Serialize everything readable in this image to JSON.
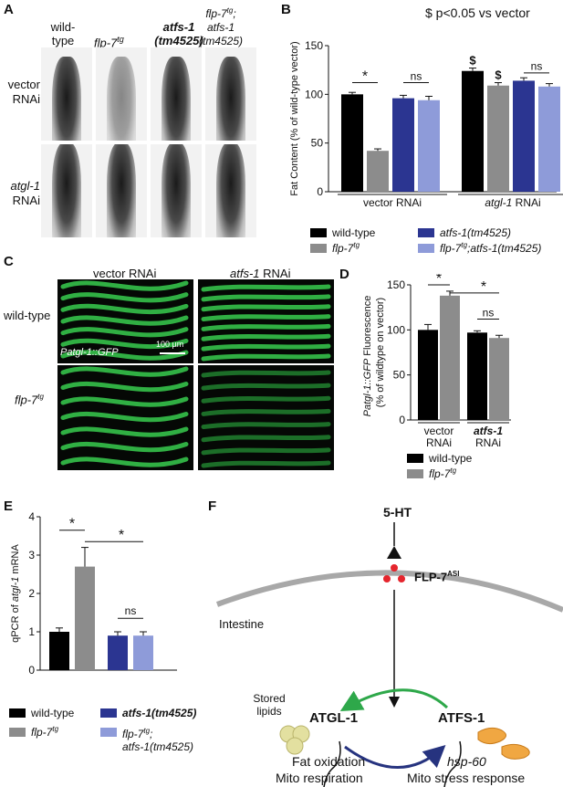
{
  "panels": {
    "A": "A",
    "B": "B",
    "C": "C",
    "D": "D",
    "E": "E",
    "F": "F"
  },
  "colors": {
    "wild_type": "#000000",
    "flp7tg": "#8c8c8c",
    "atfs1": "#2b3591",
    "double": "#8e9bd9",
    "gfp": "#35c24a",
    "arrow_green": "#2ea84a",
    "arrow_blue": "#26337f",
    "membrane": "#a8a8a8",
    "dots_red": "#e5252d",
    "lipid": "#e3e0a0",
    "mito": "#f0a742"
  },
  "panelA": {
    "col_headers": [
      "wild-type",
      "flp-7tg",
      "atfs-1 (tm4525)",
      "flp-7tg; atfs-1 (tm4525)"
    ],
    "row_labels": [
      "vector RNAi",
      "atgl-1 RNAi"
    ]
  },
  "panelB": {
    "note": "$ p<0.05 vs vector",
    "ylabel": "Fat Content (% of wild-type vector)",
    "group_labels": [
      "vector RNAi",
      "atgl-1 RNAi"
    ],
    "legend": [
      "wild-type",
      "flp-7tg",
      "atfs-1(tm4525)",
      "flp-7tg;atfs-1(tm4525)"
    ],
    "sig_labels": [
      "*",
      "ns",
      "$",
      "$",
      "ns"
    ]
  },
  "panelC": {
    "col_headers": [
      "vector RNAi",
      "atfs-1 RNAi"
    ],
    "row_labels": [
      "wild-type",
      "flp-7tg"
    ],
    "reporter": "Patgl-1::GFP",
    "scale_bar": "100 µm"
  },
  "panelD": {
    "ylabel": "Patgl-1::GFP Fluorescence (% of wildtype on vector)",
    "group_labels": [
      "vector RNAi",
      "atfs-1 RNAi"
    ],
    "legend": [
      "wild-type",
      "flp-7tg"
    ],
    "sig_labels": [
      "*",
      "*",
      "ns"
    ]
  },
  "panelE": {
    "ylabel": "qPCR of atgl-1 mRNA",
    "legend": [
      "wild-type",
      "atfs-1(tm4525)",
      "flp-7tg",
      "flp-7tg; atfs-1(tm4525)"
    ],
    "sig_labels": [
      "*",
      "*",
      "ns"
    ]
  },
  "panelF": {
    "ht": "5-HT",
    "flp": "FLP-7",
    "flp_sup": "ASI",
    "intestine": "Intestine",
    "atgl": "ATGL-1",
    "atfs": "ATFS-1",
    "stored": "Stored lipids",
    "fat_ox": "Fat oxidation",
    "mito_resp": "Mito respiration",
    "hsp": "hsp-60",
    "mito_stress": "Mito stress response"
  },
  "chart_data": [
    {
      "type": "bar",
      "panel": "B",
      "ylabel": "Fat Content (% of wild-type vector)",
      "ylim": [
        0,
        150
      ],
      "yticks": [
        0,
        50,
        100,
        150
      ],
      "categories": [
        "vector RNAi",
        "atgl-1 RNAi"
      ],
      "series": [
        {
          "name": "wild-type",
          "values": [
            100,
            124
          ],
          "err": [
            2,
            3
          ]
        },
        {
          "name": "flp-7tg",
          "values": [
            42,
            109
          ],
          "err": [
            2,
            3
          ]
        },
        {
          "name": "atfs-1(tm4525)",
          "values": [
            96,
            114
          ],
          "err": [
            3,
            3
          ]
        },
        {
          "name": "flp-7tg;atfs-1(tm4525)",
          "values": [
            94,
            108
          ],
          "err": [
            4,
            3
          ]
        }
      ]
    },
    {
      "type": "bar",
      "panel": "D",
      "ylabel": "Patgl-1::GFP Fluorescence (% of wildtype on vector)",
      "ylim": [
        0,
        150
      ],
      "yticks": [
        0,
        50,
        100,
        150
      ],
      "categories": [
        "vector RNAi",
        "atfs-1 RNAi"
      ],
      "series": [
        {
          "name": "wild-type",
          "values": [
            100,
            97
          ],
          "err": [
            6,
            2
          ]
        },
        {
          "name": "flp-7tg",
          "values": [
            138,
            91
          ],
          "err": [
            5,
            3
          ]
        }
      ]
    },
    {
      "type": "bar",
      "panel": "E",
      "ylabel": "qPCR of atgl-1 mRNA",
      "ylim": [
        0,
        4
      ],
      "yticks": [
        0,
        1,
        2,
        3,
        4
      ],
      "categories": [
        "wild-type",
        "flp-7tg",
        "atfs-1(tm4525)",
        "flp-7tg; atfs-1(tm4525)"
      ],
      "values": [
        1.0,
        2.7,
        0.9,
        0.9
      ],
      "err": [
        0.1,
        0.5,
        0.1,
        0.1
      ]
    }
  ]
}
